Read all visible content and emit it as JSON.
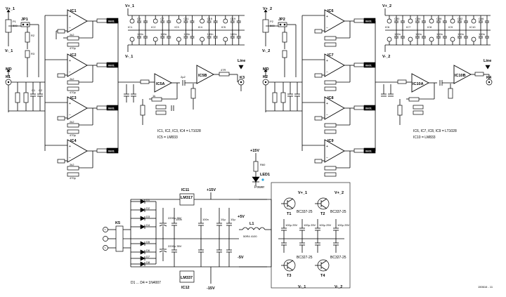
{
  "left_channel": {
    "supply_pos": "V+_1",
    "supply_neg": "V-_1",
    "jumper": "JP1",
    "input_connector": "K1",
    "output_connector": "K3",
    "mic_label": "MD",
    "line_label": "Line",
    "opamps": [
      "IC1",
      "IC2",
      "IC3",
      "IC4"
    ],
    "sum_amp_a": "IC5A",
    "sum_amp_b": "IC5B",
    "out_tags": [
      "0601",
      "0601",
      "0601",
      "0601"
    ],
    "note_line1": "IC1, IC2, IC3, IC4 = LT1028",
    "note_line2": "IC5 = LM833",
    "decoupling_caps": [
      "C3",
      "C5",
      "C7",
      "C9",
      "C11",
      "C13",
      "C15",
      "C17",
      "C19",
      "C21"
    ],
    "decoupling_ics": [
      "IC1",
      "IC2",
      "IC3",
      "IC4",
      "IC5"
    ]
  },
  "right_channel": {
    "supply_pos": "V+_2",
    "supply_neg": "V-_2",
    "jumper": "JP2",
    "input_connector": "K2",
    "output_connector": "K4",
    "mic_label": "MD",
    "line_label": "Line",
    "opamps": [
      "IC6",
      "IC7",
      "IC8",
      "IC9"
    ],
    "sum_amp_a": "IC10A",
    "sum_amp_b": "IC10B",
    "out_tags": [
      "0601",
      "0601",
      "0601",
      "0601"
    ],
    "note_line1": "IC6, IC7, IC8, IC9 = LT1028",
    "note_line2": "IC10 = LM833",
    "decoupling_caps": [
      "C30",
      "C32",
      "C34",
      "C36",
      "C38",
      "C40",
      "C42",
      "C44",
      "C46",
      "C48"
    ],
    "decoupling_ics": [
      "IC6",
      "IC7",
      "IC8",
      "IC9",
      "IC10"
    ]
  },
  "component_values": {
    "r_input": "47R",
    "r_fb": "2k2",
    "r_gain": "100R",
    "c_fb": "470p",
    "c_dec": "100n",
    "c_out": "2µ2",
    "r_sum": "1k",
    "r_out": "47R",
    "r_bias": "22k"
  },
  "psu": {
    "regulator_pos": "IC11",
    "regulator_pos_type": "LM317",
    "regulator_neg": "IC12",
    "regulator_neg_type": "LM337",
    "diodes": [
      "D1",
      "D2",
      "D3",
      "D4",
      "D5",
      "D6",
      "D7",
      "D8"
    ],
    "diode_note": "D1 ... D4 = 1N4007",
    "mains_connector": "K5",
    "plus_rail": "+15V",
    "minus_rail": "-15V",
    "plus_5v": "+5V",
    "minus_5v": "-5V",
    "inductor": "L1",
    "inductor_value": "50R4 4100",
    "led": "LED1",
    "led_label": "Power",
    "led_supply": "+15V",
    "led_resistor": "R60",
    "big_caps": [
      "2200µ 35V",
      "2200µ 35V"
    ],
    "small_caps": [
      "100n",
      "100n",
      "10µ",
      "10µ"
    ]
  },
  "output_stage": {
    "transistors": [
      "T1",
      "T2",
      "T3",
      "T4"
    ],
    "npn_type": "BC337-25",
    "pnp_type": "BC327-25",
    "rail_labels": [
      "V+_1",
      "V+_2",
      "V-_1",
      "V-_2"
    ],
    "caps": [
      "100µ 25V",
      "100µ 25V",
      "100µ 25V",
      "100µ 25V"
    ]
  },
  "footer_code": "150616 - 11"
}
